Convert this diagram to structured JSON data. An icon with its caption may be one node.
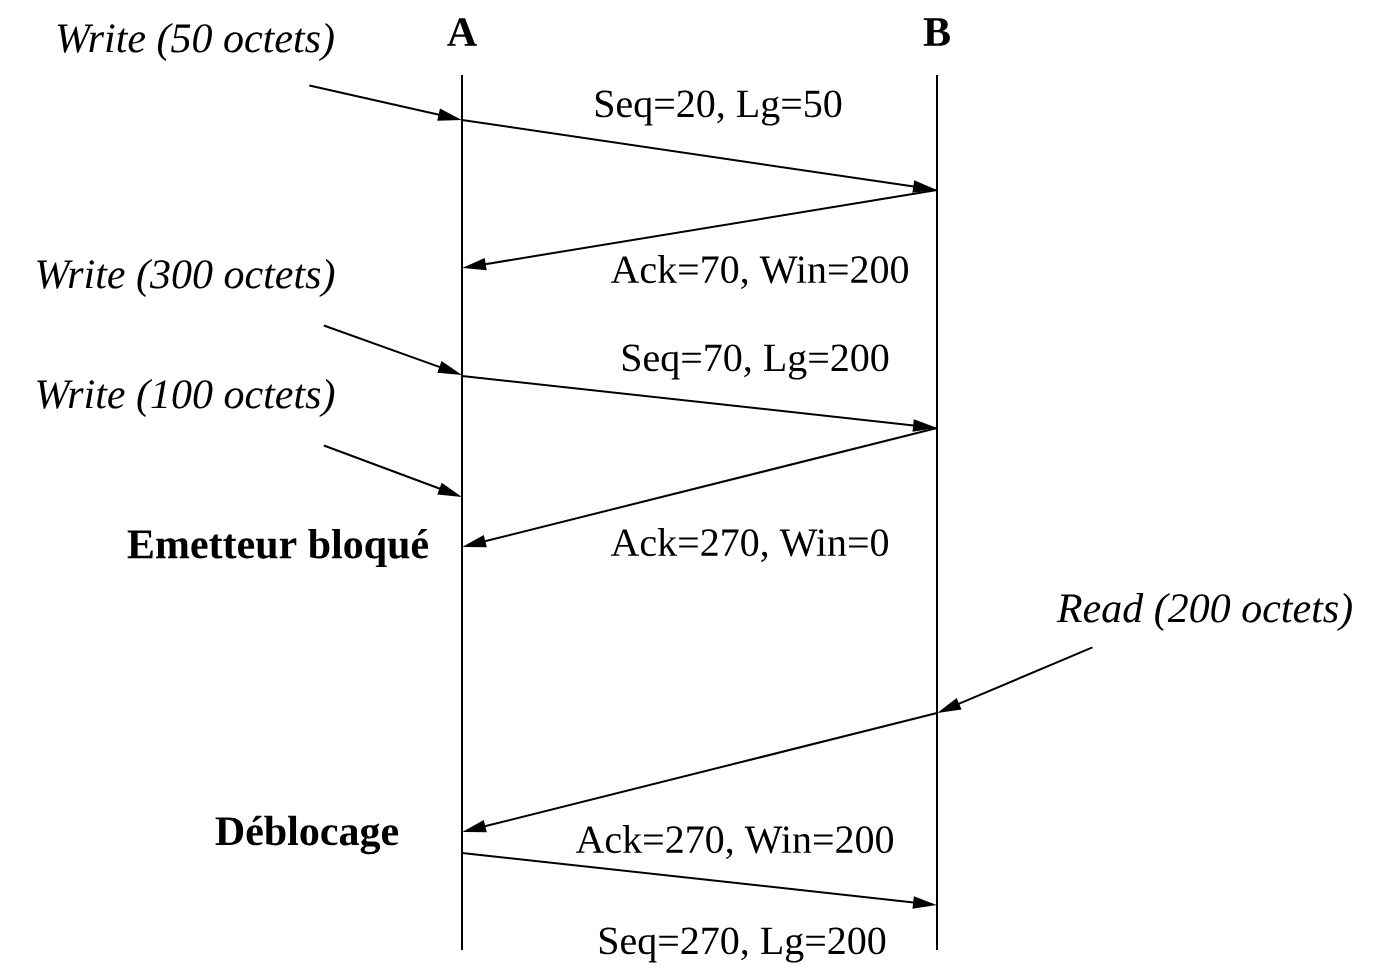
{
  "diagram": {
    "nodes": [
      {
        "text": [
          "A"
        ]
      },
      {
        "text": [
          "B"
        ]
      },
      {
        "text": [
          "Write (50 octets)"
        ]
      },
      {
        "text": [
          "Write (300 octets)"
        ]
      },
      {
        "text": [
          "Write (100 octets)"
        ]
      },
      {
        "text": [
          "Read (200 octets)"
        ]
      }
    ],
    "edges": [
      {
        "from": 2,
        "to": 0,
        "arrow": "to"
      },
      {
        "from": 0,
        "to": 1,
        "arrow": "to",
        "label": "Seq=20, Lg=50"
      },
      {
        "from": 1,
        "to": 0,
        "arrow": "to",
        "label": "Ack=70, Win=200"
      },
      {
        "from": 3,
        "to": 0,
        "arrow": "to"
      },
      {
        "from": 0,
        "to": 1,
        "arrow": "to",
        "label": "Seq=70, Lg=200"
      },
      {
        "from": 4,
        "to": 0,
        "arrow": "to"
      },
      {
        "from": 1,
        "to": 0,
        "arrow": "to",
        "label": "Ack=270, Win=0"
      },
      {
        "from": 5,
        "to": 1,
        "arrow": "to"
      },
      {
        "from": 1,
        "to": 0,
        "arrow": "to",
        "label": "Ack=270, Win=200"
      },
      {
        "from": 0,
        "to": 1,
        "arrow": "to",
        "label": "Seq=270, Lg=200"
      }
    ],
    "labels": [
      "Emetteur bloqué",
      "Déblocage"
    ]
  }
}
